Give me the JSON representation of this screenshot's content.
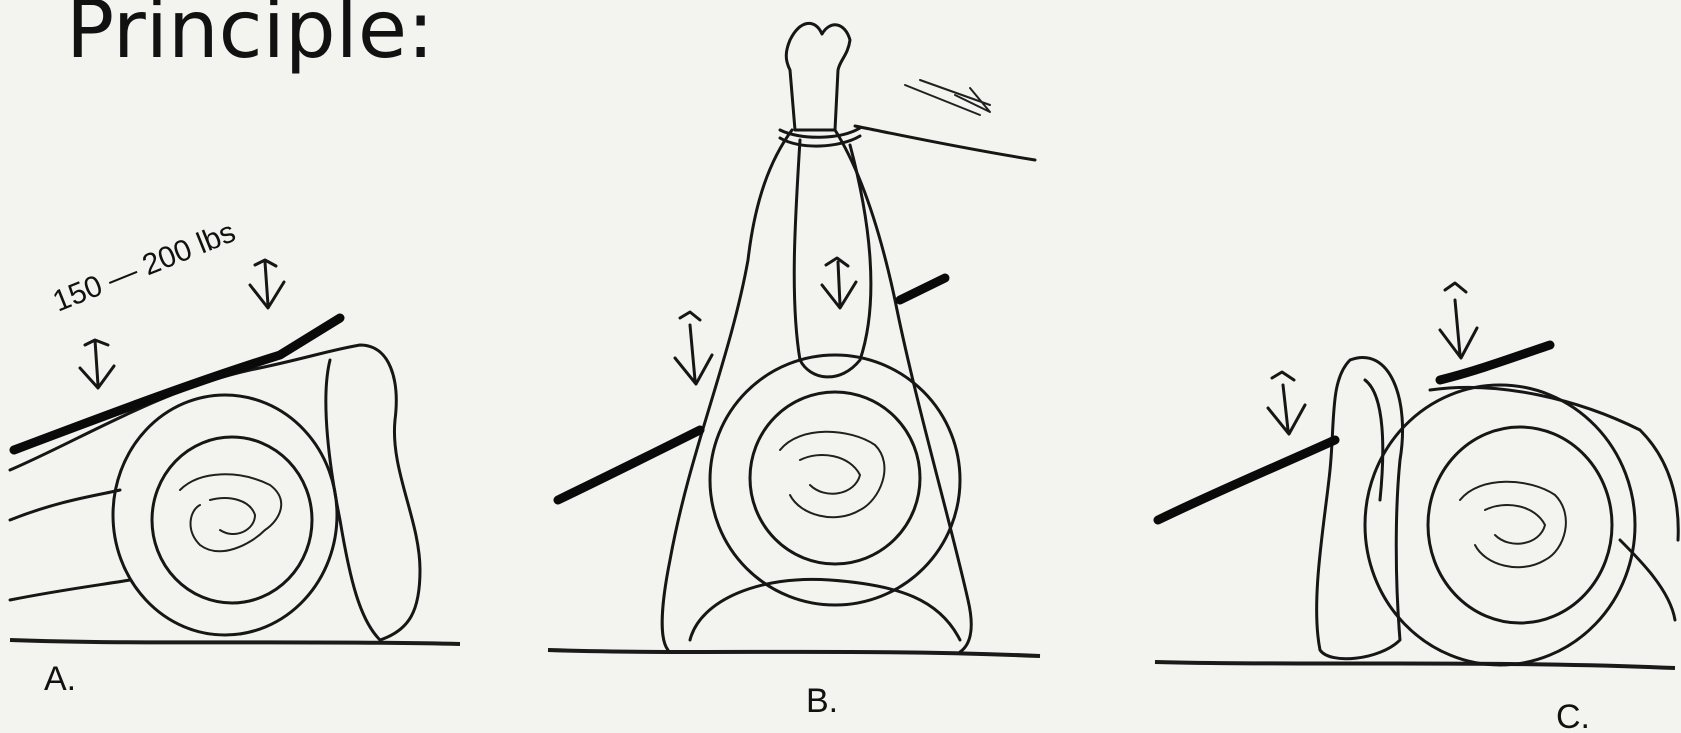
{
  "title": "Principle:",
  "panels": [
    {
      "id": "A",
      "label": "A.",
      "force_label": "150 — 200 lbs"
    },
    {
      "id": "B",
      "label": "B."
    },
    {
      "id": "C",
      "label": "C."
    }
  ]
}
